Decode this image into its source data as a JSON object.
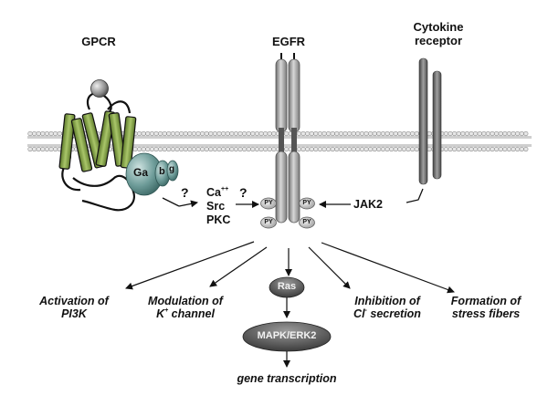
{
  "receptors": {
    "gpcr": "GPCR",
    "egfr": "EGFR",
    "cytokine_line1": "Cytokine",
    "cytokine_line2": "receptor"
  },
  "g_protein": {
    "alpha": "Ga",
    "beta": "b",
    "gamma": "g"
  },
  "mediators": {
    "question": "?",
    "ca": "Ca",
    "ca_sup": "++",
    "src": "Src",
    "pkc": "PKC",
    "jak2": "JAK2",
    "py": "PY"
  },
  "pathway": {
    "ras": "Ras",
    "mapk": "MAPK/ERK2",
    "gene": "gene transcription"
  },
  "outcomes": {
    "pi3k_line1": "Activation of",
    "pi3k_line2": "PI3K",
    "k_line1": "Modulation of",
    "k_ion": "K",
    "k_sup": "+",
    "k_rest": " channel",
    "cl_line1": "Inhibition of",
    "cl_ion": "Cl",
    "cl_sup": "-",
    "cl_rest": " secretion",
    "stress_line1": "Formation of",
    "stress_line2": "stress fibers"
  },
  "colors": {
    "helix": "#8fb04d",
    "helix_dark": "#5d7a2a",
    "g_protein": "#6f9d9a",
    "receptor_gray": "#a8a8a8",
    "node_dark": "#3d3d3d"
  }
}
